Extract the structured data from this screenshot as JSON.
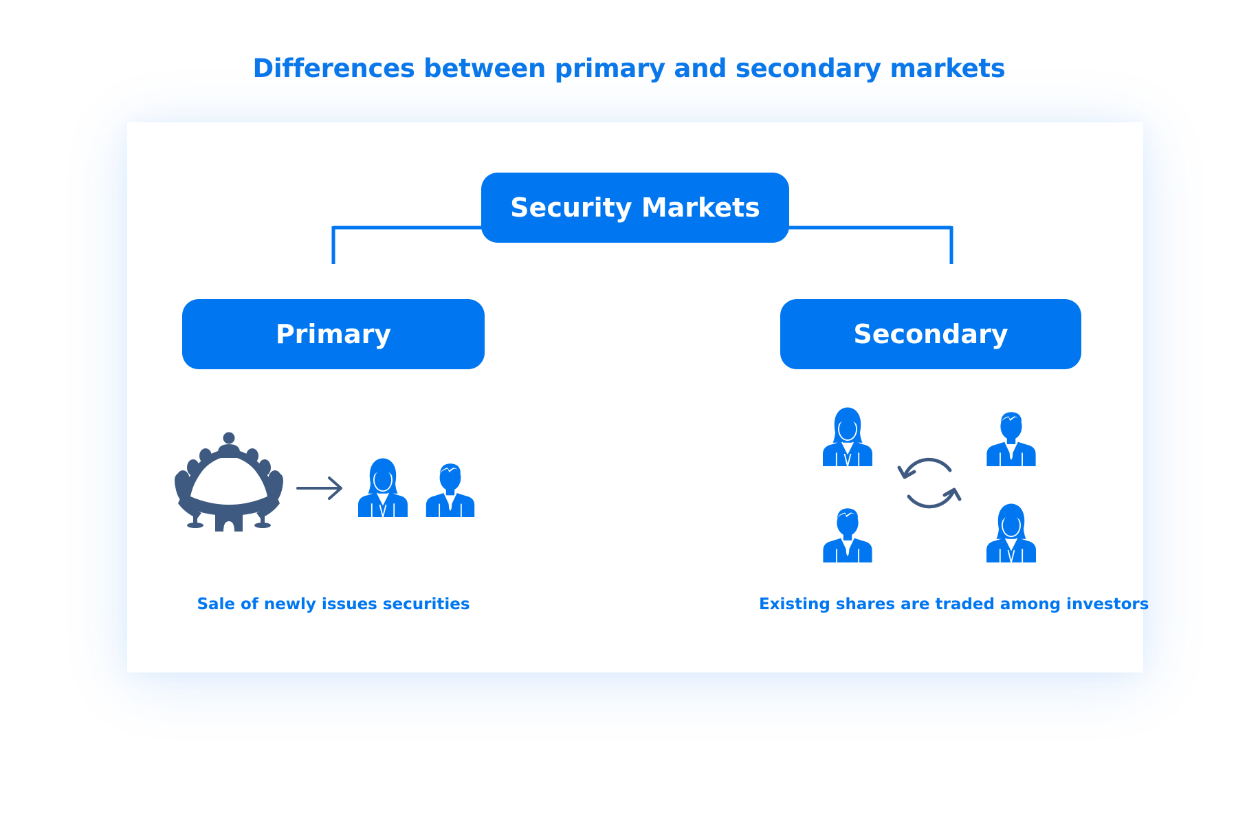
{
  "title": "Differences between primary and secondary markets",
  "colors": {
    "accent": "#0077F0",
    "title": "#0A78EA",
    "dark_icon": "#3F5A80"
  },
  "diagram": {
    "root": {
      "label": "Security Markets"
    },
    "primary": {
      "label": "Primary",
      "caption": "Sale of newly issues securities",
      "icons": [
        "conference-table-icon",
        "arrow-right-icon",
        "woman-investor-icon",
        "man-investor-icon"
      ]
    },
    "secondary": {
      "label": "Secondary",
      "caption": "Existing shares are traded among investors",
      "icons": [
        "woman-investor-icon",
        "man-investor-icon",
        "exchange-cycle-icon",
        "man-investor-icon",
        "woman-investor-icon"
      ]
    }
  }
}
